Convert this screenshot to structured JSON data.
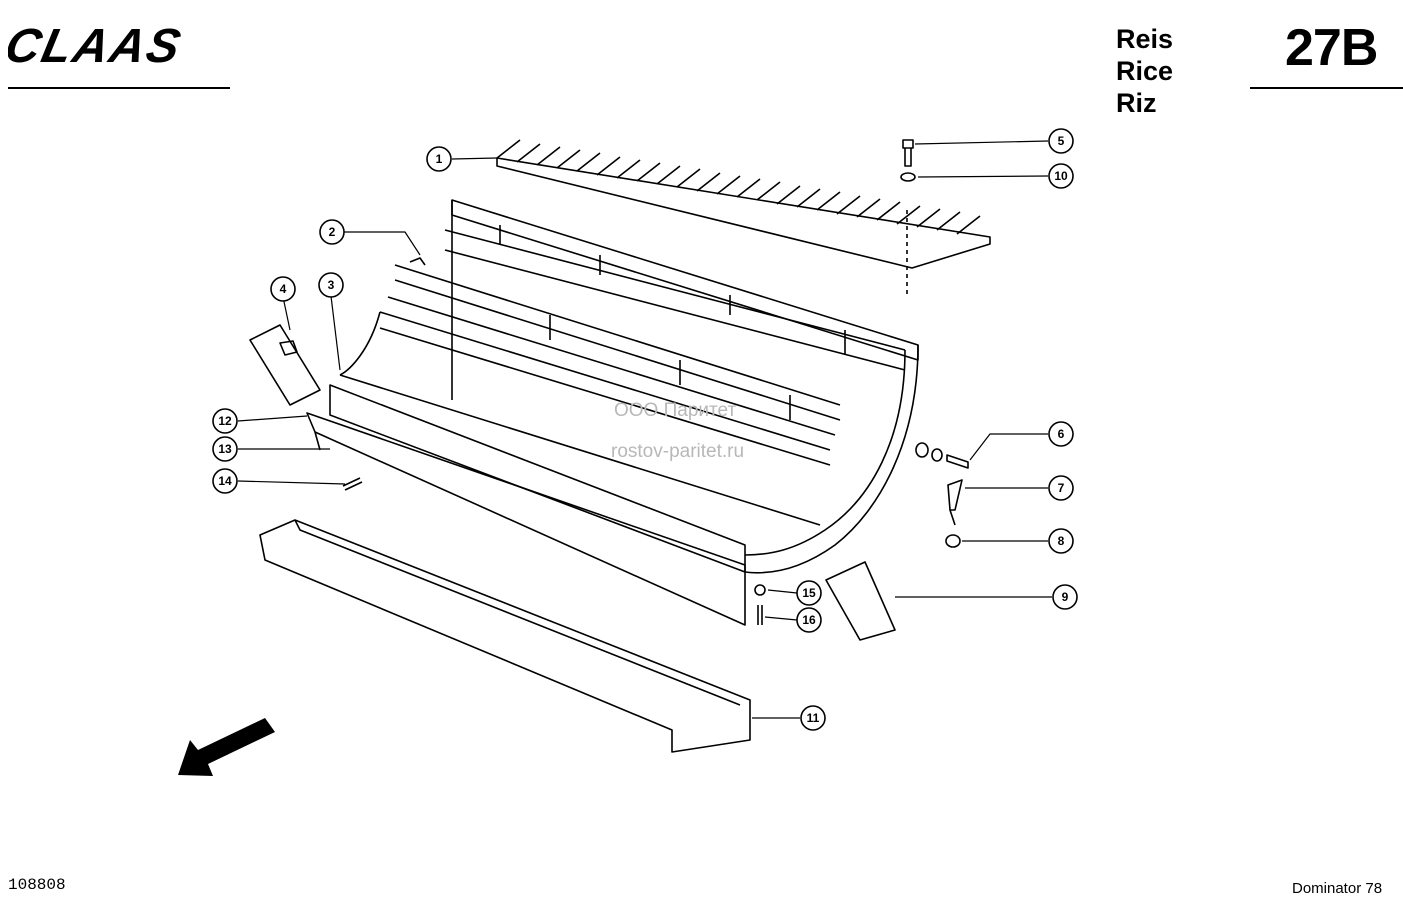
{
  "header": {
    "brand": "CLAAS",
    "languages": [
      "Reis",
      "Rice",
      "Riz"
    ],
    "page_code": "27B"
  },
  "callouts": [
    {
      "number": "1"
    },
    {
      "number": "2"
    },
    {
      "number": "3"
    },
    {
      "number": "4"
    },
    {
      "number": "5"
    },
    {
      "number": "6"
    },
    {
      "number": "7"
    },
    {
      "number": "8"
    },
    {
      "number": "9"
    },
    {
      "number": "10"
    },
    {
      "number": "11"
    },
    {
      "number": "12"
    },
    {
      "number": "13"
    },
    {
      "number": "14"
    },
    {
      "number": "15"
    },
    {
      "number": "16"
    }
  ],
  "watermark": {
    "line1": "ООО Паритет",
    "line2": "rostov-paritet.ru"
  },
  "footer": {
    "document_number": "108808",
    "model": "Dominator 78"
  }
}
